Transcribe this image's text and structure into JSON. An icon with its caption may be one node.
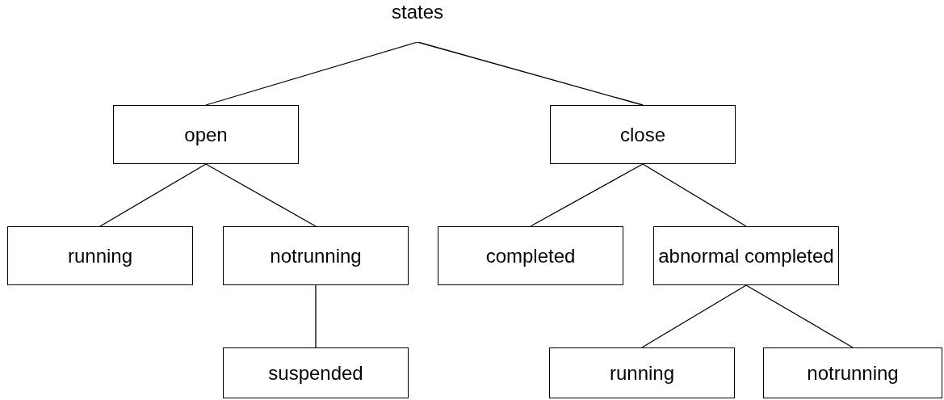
{
  "diagram": {
    "nodes": [
      {
        "text": [
          "states"
        ]
      },
      {
        "text": [
          "open"
        ]
      },
      {
        "text": [
          "close"
        ]
      },
      {
        "text": [
          "running"
        ]
      },
      {
        "text": [
          "notrunning"
        ]
      },
      {
        "text": [
          "completed"
        ]
      },
      {
        "text": [
          "abnormal completed"
        ]
      },
      {
        "text": [
          "suspended"
        ]
      },
      {
        "text": [
          "running"
        ]
      },
      {
        "text": [
          "notrunning"
        ]
      }
    ],
    "edges": [
      {
        "from": 0,
        "to": 1,
        "arrow": "none"
      },
      {
        "from": 0,
        "to": 2,
        "arrow": "none"
      },
      {
        "from": 1,
        "to": 3,
        "arrow": "none"
      },
      {
        "from": 1,
        "to": 4,
        "arrow": "none"
      },
      {
        "from": 2,
        "to": 5,
        "arrow": "none"
      },
      {
        "from": 2,
        "to": 6,
        "arrow": "none"
      },
      {
        "from": 4,
        "to": 7,
        "arrow": "none"
      },
      {
        "from": 6,
        "to": 8,
        "arrow": "none"
      },
      {
        "from": 6,
        "to": 9,
        "arrow": "none"
      }
    ]
  }
}
